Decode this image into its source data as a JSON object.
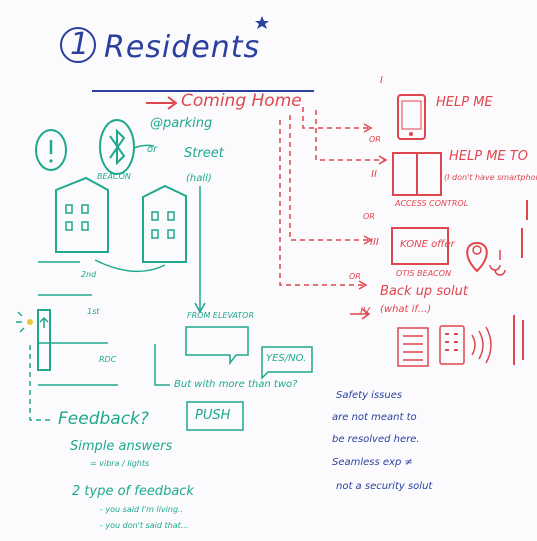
{
  "title": {
    "number": "1",
    "text": "Residents"
  },
  "branches": {
    "coming_home": "Coming Home",
    "parking": "@parking",
    "or_street": "or",
    "street": "Street",
    "hall": "(hall)",
    "beacon": "BEACON"
  },
  "options": {
    "help_me": {
      "numeral": "I",
      "label": "HELP ME"
    },
    "or_1": "OR",
    "help_me_to": {
      "numeral": "II",
      "label": "HELP ME TO",
      "note": "(I don't have smartphone)"
    },
    "access_control": "ACCESS CONTROL",
    "or_2": "OR",
    "kone_offer": {
      "numeral": "III",
      "label": "KONE offer",
      "beacon": "OTIS BEACON"
    },
    "or_3": "OR",
    "backup": {
      "numeral": "IV",
      "label": "Back up solut",
      "note": "(what if...)"
    }
  },
  "floors": {
    "second": "2nd",
    "first": "1st",
    "ground": "RDC"
  },
  "elevator": {
    "from_elevator": "FROM ELEVATOR",
    "yes_no": "YES/NO.",
    "question": "But with more than two?",
    "push": "PUSH"
  },
  "feedback": {
    "heading": "Feedback?",
    "simple": "Simple answers",
    "vibra": "= vibra / lights",
    "two_types": "2 type of feedback",
    "line1": "- you said I'm living..",
    "line2": "- you don't said that..."
  },
  "safety": {
    "line1": "Safety issues",
    "line2": "are not meant to",
    "line3": "be resolved here.",
    "line4": "Seamless exp ≠",
    "line5": "not a security solut"
  },
  "colors": {
    "blue": "#2a3f9e",
    "red": "#e0464e",
    "green": "#1fa88e"
  }
}
